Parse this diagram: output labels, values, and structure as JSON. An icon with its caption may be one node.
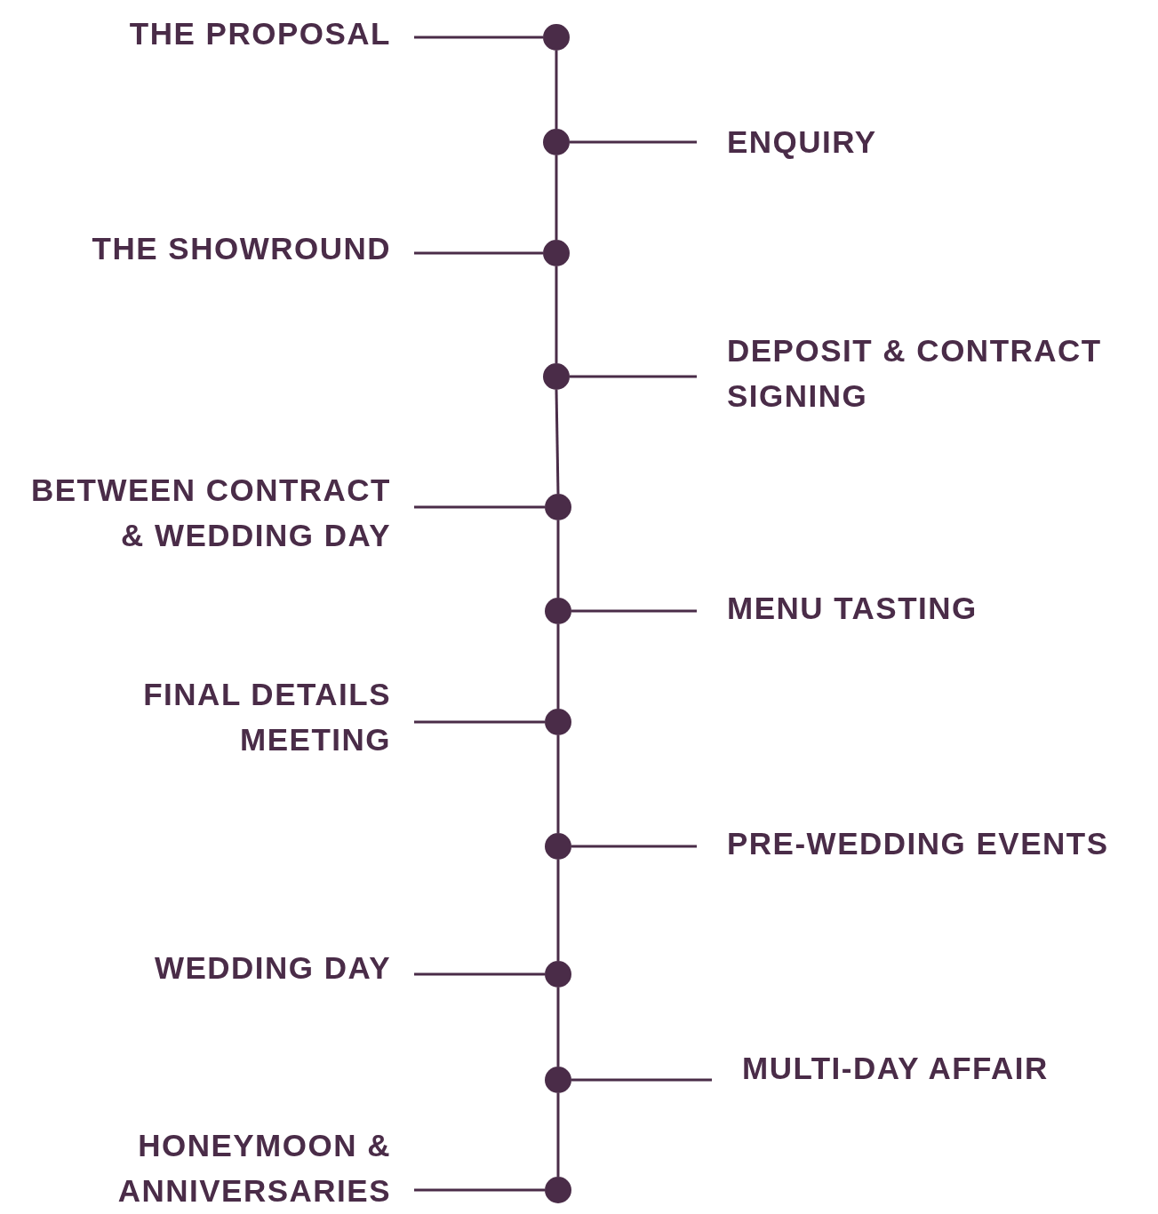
{
  "diagram": {
    "nodes": [
      {
        "text": [
          "THE PROPOSAL"
        ]
      },
      {
        "text": [
          "ENQUIRY"
        ]
      },
      {
        "text": [
          "THE SHOWROUND"
        ]
      },
      {
        "text": [
          "DEPOSIT & CONTRACT SIGNING"
        ]
      },
      {
        "text": [
          "BETWEEN CONTRACT & WEDDING DAY"
        ]
      },
      {
        "text": [
          "MENU TASTING"
        ]
      },
      {
        "text": [
          "FINAL DETAILS MEETING"
        ]
      },
      {
        "text": [
          "PRE-WEDDING EVENTS"
        ]
      },
      {
        "text": [
          "WEDDING DAY"
        ]
      },
      {
        "text": [
          "MULTI-DAY AFFAIR"
        ]
      },
      {
        "text": [
          "HONEYMOON & ANNIVERSARIES"
        ]
      },
      {
        "text": [],
        "shape": "circle"
      },
      {
        "text": [],
        "shape": "circle"
      },
      {
        "text": [],
        "shape": "circle"
      },
      {
        "text": [],
        "shape": "circle"
      },
      {
        "text": [],
        "shape": "circle"
      },
      {
        "text": [],
        "shape": "circle"
      },
      {
        "text": [],
        "shape": "circle"
      },
      {
        "text": [],
        "shape": "circle"
      },
      {
        "text": [],
        "shape": "circle"
      },
      {
        "text": [],
        "shape": "circle"
      },
      {
        "text": [],
        "shape": "circle"
      }
    ],
    "edges": [
      {
        "from": 0,
        "to": 11,
        "arrow": "none"
      },
      {
        "from": 1,
        "to": 12,
        "arrow": "none"
      },
      {
        "from": 2,
        "to": 13,
        "arrow": "none"
      },
      {
        "from": 3,
        "to": 14,
        "arrow": "none"
      },
      {
        "from": 4,
        "to": 15,
        "arrow": "none"
      },
      {
        "from": 5,
        "to": 16,
        "arrow": "none"
      },
      {
        "from": 6,
        "to": 17,
        "arrow": "none"
      },
      {
        "from": 7,
        "to": 18,
        "arrow": "none"
      },
      {
        "from": 8,
        "to": 19,
        "arrow": "none"
      },
      {
        "from": 9,
        "to": 20,
        "arrow": "none"
      },
      {
        "from": 10,
        "to": 21,
        "arrow": "none"
      },
      {
        "from": 11,
        "to": 12,
        "arrow": "none"
      },
      {
        "from": 12,
        "to": 13,
        "arrow": "none"
      },
      {
        "from": 13,
        "to": 14,
        "arrow": "none"
      },
      {
        "from": 14,
        "to": 15,
        "arrow": "none"
      },
      {
        "from": 15,
        "to": 16,
        "arrow": "none"
      },
      {
        "from": 16,
        "to": 17,
        "arrow": "none"
      },
      {
        "from": 17,
        "to": 18,
        "arrow": "none"
      },
      {
        "from": 18,
        "to": 19,
        "arrow": "none"
      },
      {
        "from": 19,
        "to": 20,
        "arrow": "none"
      },
      {
        "from": 20,
        "to": 21,
        "arrow": "none"
      }
    ]
  }
}
